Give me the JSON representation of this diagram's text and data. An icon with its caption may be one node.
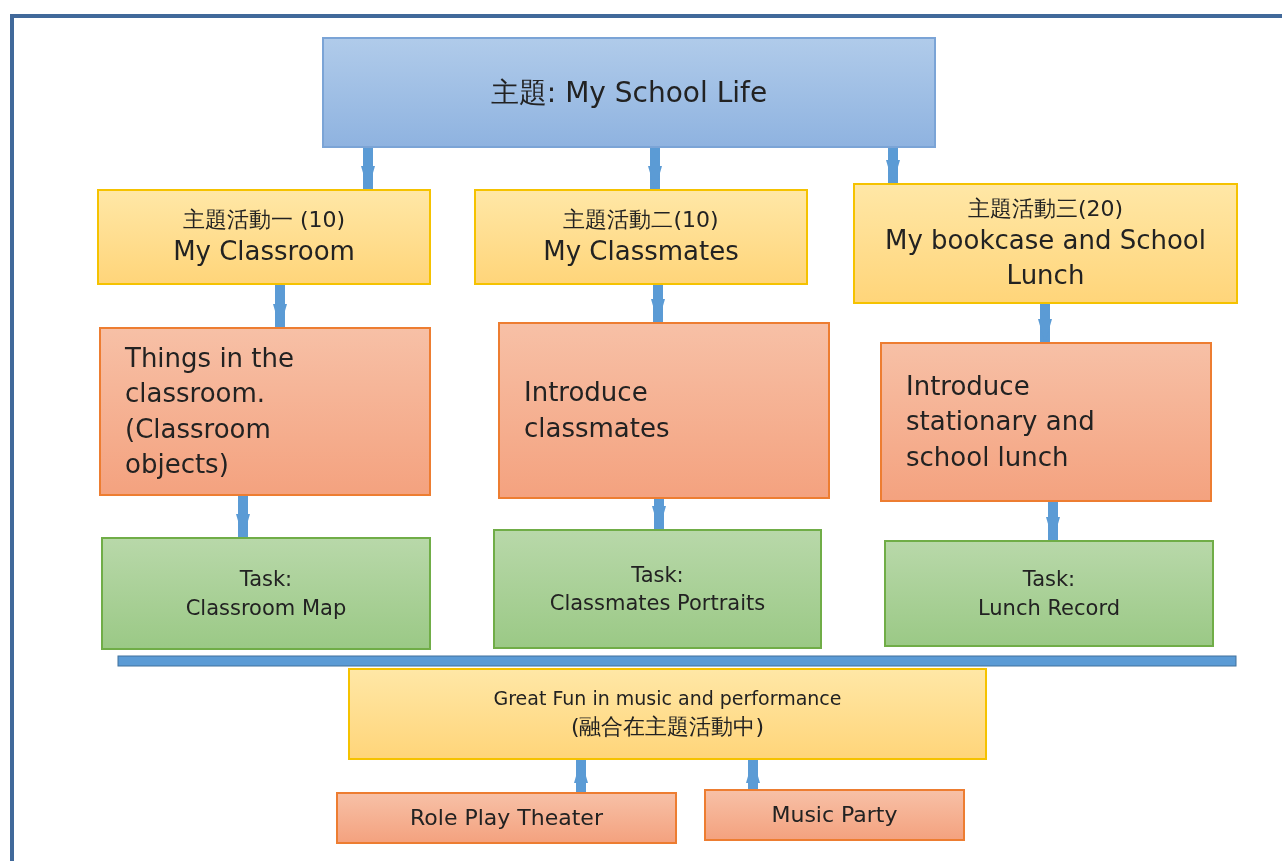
{
  "diagram": {
    "nodes": [
      {
        "text": [
          "主題: My School Life"
        ]
      },
      {
        "text": [
          "主題活動一 (10)",
          "My Classroom"
        ]
      },
      {
        "text": [
          "主題活動二(10)",
          "My Classmates"
        ]
      },
      {
        "text": [
          "主題活動三(20)",
          "My bookcase and School Lunch"
        ]
      },
      {
        "text": [
          "Things in the classroom. (Classroom objects)"
        ]
      },
      {
        "text": [
          "Introduce classmates"
        ]
      },
      {
        "text": [
          "Introduce stationary and school lunch"
        ]
      },
      {
        "text": [
          "Task:",
          "Classroom Map"
        ]
      },
      {
        "text": [
          "Task:",
          "Classmates Portraits"
        ]
      },
      {
        "text": [
          "Task:",
          "Lunch Record"
        ]
      },
      {
        "text": [
          "Great Fun in music and performance",
          "(融合在主題活動中)"
        ]
      },
      {
        "text": [
          "Role Play Theater"
        ]
      },
      {
        "text": [
          "Music Party"
        ]
      }
    ],
    "edges": [
      {
        "from": 0,
        "to": 1,
        "arrow": "to"
      },
      {
        "from": 0,
        "to": 2,
        "arrow": "to"
      },
      {
        "from": 0,
        "to": 3,
        "arrow": "to"
      },
      {
        "from": 1,
        "to": 4,
        "arrow": "to"
      },
      {
        "from": 2,
        "to": 5,
        "arrow": "to"
      },
      {
        "from": 3,
        "to": 6,
        "arrow": "to"
      },
      {
        "from": 4,
        "to": 7,
        "arrow": "to"
      },
      {
        "from": 5,
        "to": 8,
        "arrow": "to"
      },
      {
        "from": 6,
        "to": 9,
        "arrow": "to"
      },
      {
        "from": 11,
        "to": 10,
        "arrow": "to"
      },
      {
        "from": 12,
        "to": 10,
        "arrow": "to"
      }
    ]
  }
}
